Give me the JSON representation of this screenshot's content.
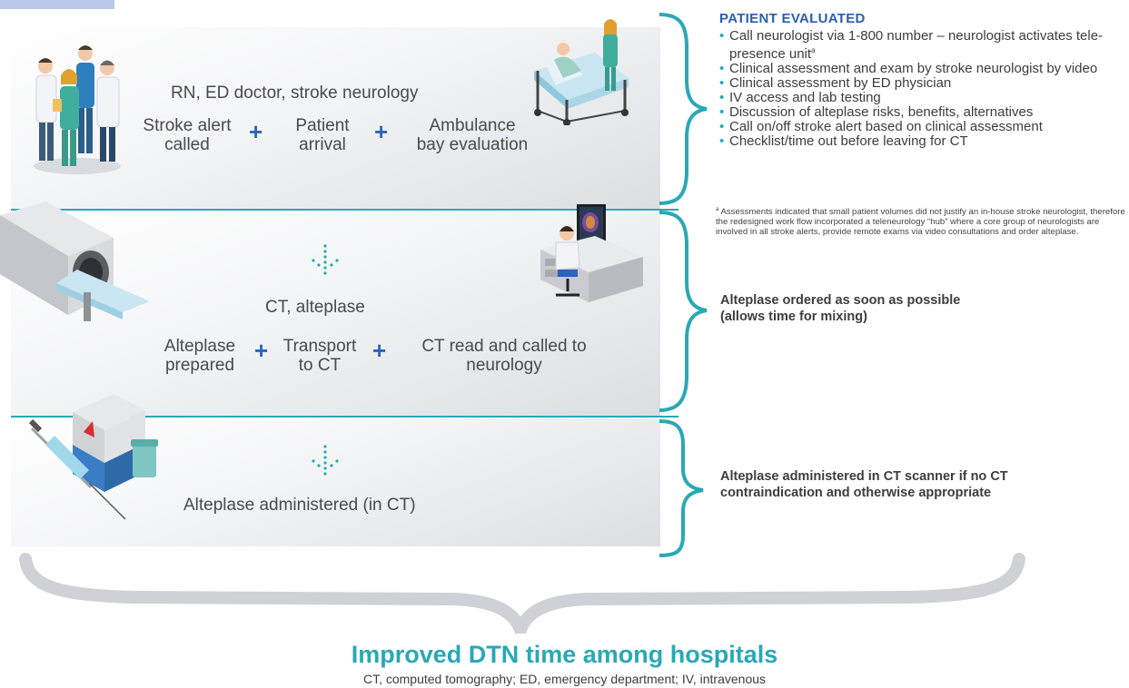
{
  "colors": {
    "teal": "#2aa8b5",
    "blue": "#2b64b8",
    "title_blue": "#2960ad",
    "text": "#3d3d3d",
    "brace_gray": "#cfd1d6"
  },
  "row1": {
    "staff_label": "RN, ED doctor, stroke neurology",
    "step1": "Stroke alert\ncalled",
    "step2": "Patient\narrival",
    "step3": "Ambulance\nbay evaluation",
    "icon_left": "medical-staff-icon",
    "icon_right": "patient-bed-icon"
  },
  "row2": {
    "label": "CT, alteplase",
    "step1": "Alteplase\nprepared",
    "step2": "Transport\nto CT",
    "step3": "CT read and called to\nneurology",
    "icon_left": "ct-scanner-icon",
    "icon_right": "radiologist-workstation-icon"
  },
  "row3": {
    "label": "Alteplase administered (in CT)",
    "icon_left": "alteplase-syringe-icon"
  },
  "plus_symbol": "+",
  "right_panel": {
    "title": "PATIENT EVALUATED",
    "bullets": [
      "Call neurologist via 1-800 number – neurologist activates tele-presence unit",
      "Clinical assessment and exam by stroke neurologist by video",
      "Clinical assessment by ED physician",
      "IV access and lab testing",
      "Discussion of alteplase risks, benefits, alternatives",
      "Call on/off stroke alert based on clinical assessment",
      "Checklist/time out before leaving for CT"
    ],
    "superscript": "a",
    "footnote_marker": "a",
    "footnote": "Assessments indicated that small patient volumes did not justify an in-house stroke neurologist, therefore the redesigned work flow incorporated a teleneurology “hub” where a core group of neurologists are involved in all stroke alerts, provide remote exams via video consultations and order alteplase.",
    "note2": "Alteplase ordered as soon as possible\n(allows time for mixing)",
    "note3": "Alteplase administered in CT scanner if no CT\ncontraindication and otherwise appropriate"
  },
  "result_title": "Improved DTN time among hospitals",
  "abbreviations": "CT, computed tomography; ED, emergency department; IV, intravenous"
}
